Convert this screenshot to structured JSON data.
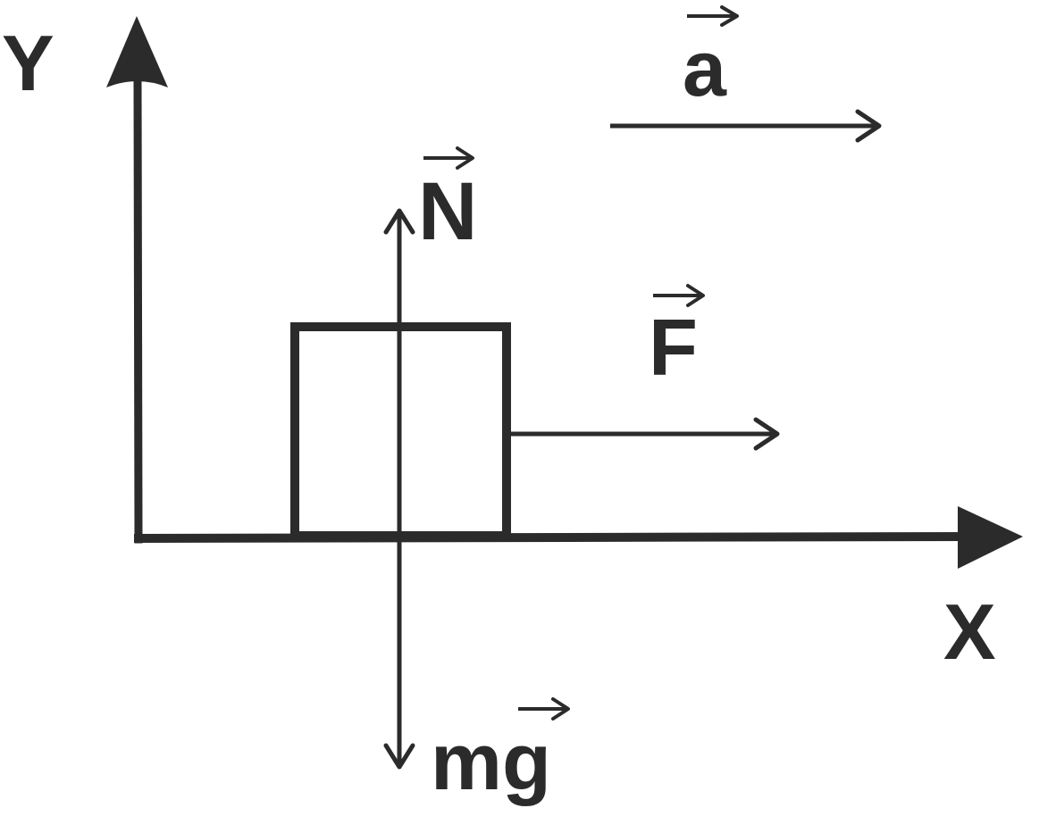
{
  "diagram": {
    "axes": {
      "x_label": "X",
      "y_label": "Y"
    },
    "vectors": {
      "acceleration": "a",
      "normal_force": "N",
      "applied_force": "F",
      "gravity": "mg"
    },
    "colors": {
      "stroke": "#2b2b2b",
      "background": "#ffffff"
    }
  }
}
